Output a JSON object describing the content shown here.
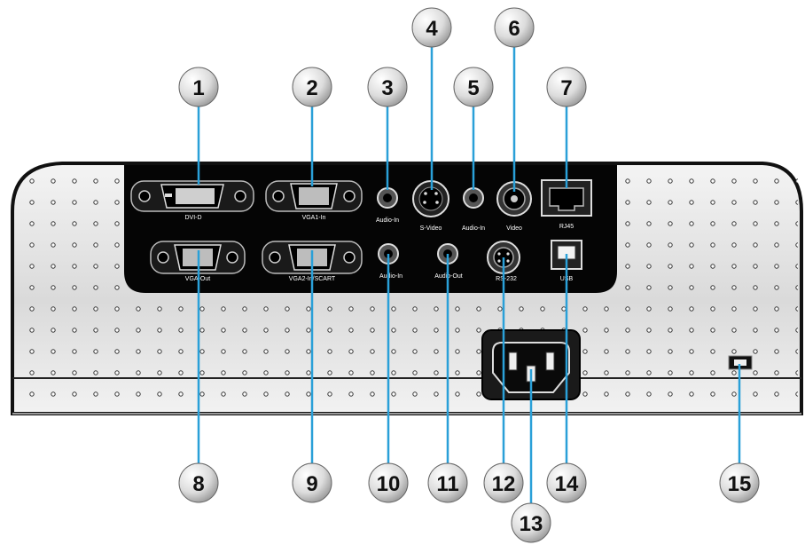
{
  "ports": {
    "dvi_d": "DVI-D",
    "vga1_in": "VGA1-In",
    "audio_in_1": "Audio-In",
    "s_video": "S-Video",
    "audio_in_2": "Audio-In",
    "video": "Video",
    "rj45": "RJ45",
    "vga_out": "VGA-Out",
    "vga2_in_scart": "VGA2-In/SCART",
    "audio_in_3": "Audio-In",
    "audio_out": "Audio-Out",
    "rs232": "RS-232",
    "usb": "USB"
  },
  "callouts": [
    "1",
    "2",
    "3",
    "4",
    "5",
    "6",
    "7",
    "8",
    "9",
    "10",
    "11",
    "12",
    "13",
    "14",
    "15"
  ],
  "colors": {
    "leader_line": "#2aa0d8",
    "callout_fill": "#d6d6d6",
    "panel": "#000000",
    "body": "#e9e9e9"
  }
}
